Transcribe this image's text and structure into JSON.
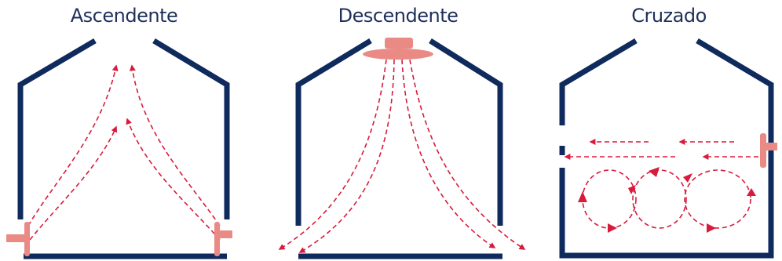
{
  "diagrams": [
    {
      "title": "Ascendente"
    },
    {
      "title": "Descendente"
    },
    {
      "title": "Cruzado"
    }
  ],
  "colors": {
    "wall": "#0f2a5c",
    "arrow": "#d81b3c",
    "diffuser": "#e98a85"
  }
}
